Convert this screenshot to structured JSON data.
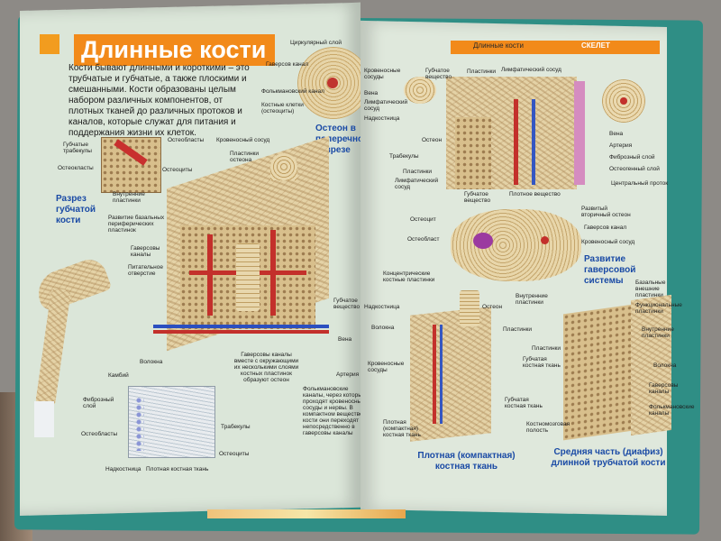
{
  "left_page": {
    "title": "Длинные кости",
    "intro": "Кости бывают длинными и короткими – это трубчатые и губчатые, а также плоскими и смешанными. Кости образованы целым набором различных компонентов, от плотных тканей до различных протоков и каналов, которые служат для питания и поддержания жизни их клеток.",
    "labels": {
      "tub_trab": "Губчатые трабекулы",
      "osteoclasts1": "Остеокласты",
      "osteoblasts1": "Остеобласты",
      "osteocytes1": "Остеоциты",
      "section_tub": "Разрез губчатой кости",
      "circ_layer": "Циркулярный слой",
      "havers_canal": "Гаверсов канал",
      "volkman_canal": "Фолькмановский канал",
      "bone_cells": "Костные клетки (остеоциты)",
      "osteon_blue": "Остеон в поперечном разрезе",
      "krov_sosud": "Кровеносный сосуд",
      "plast_osteon": "Пластинки остеона",
      "inner_plast": "Внутренние пластинки",
      "dev_bazal": "Развитие базальных периферических пластинок",
      "havers_canals": "Гаверсовы каналы",
      "nutr_hole": "Питательное отверстие",
      "vena": "Вена",
      "artery": "Артерия",
      "tub_sub": "Губчатое вещество",
      "havers_desc": "Гаверсовы каналы вместе с окружающими их несколькими слоями костных пластинок образуют остеон",
      "volk_desc": "Фолькмановские каналы, через которые проходят кровеносные сосуды и нервы. В компактном веществе кости они переходят непосредственно в гаверсовы каналы",
      "volokna": "Волокна",
      "kambiy": "Камбий",
      "fibr_layer": "Фиброзный слой",
      "osteoblasts2": "Остеобласты",
      "trabecules": "Трабекулы",
      "osteocytes2": "Остеоциты",
      "nadkost": "Надкостница",
      "dense_tissue": "Плотная костная ткань"
    }
  },
  "right_page": {
    "header_section": "Длинные кости",
    "header_chapter": "СКЕЛЕТ",
    "labels": {
      "krov_sosudy": "Кровеносные сосуды",
      "tub_vesh": "Губчатое вещество",
      "plastinki": "Пластинки",
      "limfat": "Лимфатический сосуд",
      "vena_r": "Вена",
      "lamina": "Лимфатический сосуд",
      "nadkost_r": "Надкостница",
      "osteon_r": "Остеон",
      "trabecules_r": "Трабекулы",
      "plastinki2": "Пластинки",
      "limfat2": "Лимфатический сосуд",
      "tub_vesh2": "Губчатое вещество",
      "dense_plast": "Плотное вещество",
      "vena2": "Вена",
      "artery2": "Артерия",
      "fibr_layer_r": "Фиброзный слой",
      "osteogen": "Остеогенный слой",
      "central_canal": "Центральный проток",
      "osteocyte_r": "Остеоцит",
      "osteoblast_r": "Остеобласт",
      "dev_osteon": "Развитый вторичный остеон",
      "havers_canal_r": "Гаверсов канал",
      "krov_sosud_r": "Кровеносный сосуд",
      "dev_havers": "Развитие гаверсовой системы",
      "concentric": "Концентрические костные пластинки",
      "nadkost2": "Надкостница",
      "osteon2": "Остеон",
      "volokna_r": "Волокна",
      "inner_plast_r": "Внутренние пластинки",
      "bazal": "Базальные внешние пластинки",
      "plastinki3": "Пластинки",
      "krov_sosudy2": "Кровеносные сосуды",
      "tub_kost_tkan": "Губчатая костная ткань",
      "plotnaya": "Плотная (компактная) костная ткань",
      "kostn_polost": "Костномозговая полость",
      "plastinki4": "Пластинки",
      "tub_tkan": "Губчатая костная ткань",
      "funk_plast": "Функциональные пластинки",
      "vnutr_plast": "Внутренние пластинки",
      "volokna2": "Волокна",
      "havers_kan2": "Гаверсовы каналы",
      "folk_kan2": "Фолькмановские каналы",
      "blue_compact": "Плотная (компактная) костная ткань",
      "blue_diaphysis": "Средняя часть (диафиз) длинной трубчатой кости"
    }
  }
}
